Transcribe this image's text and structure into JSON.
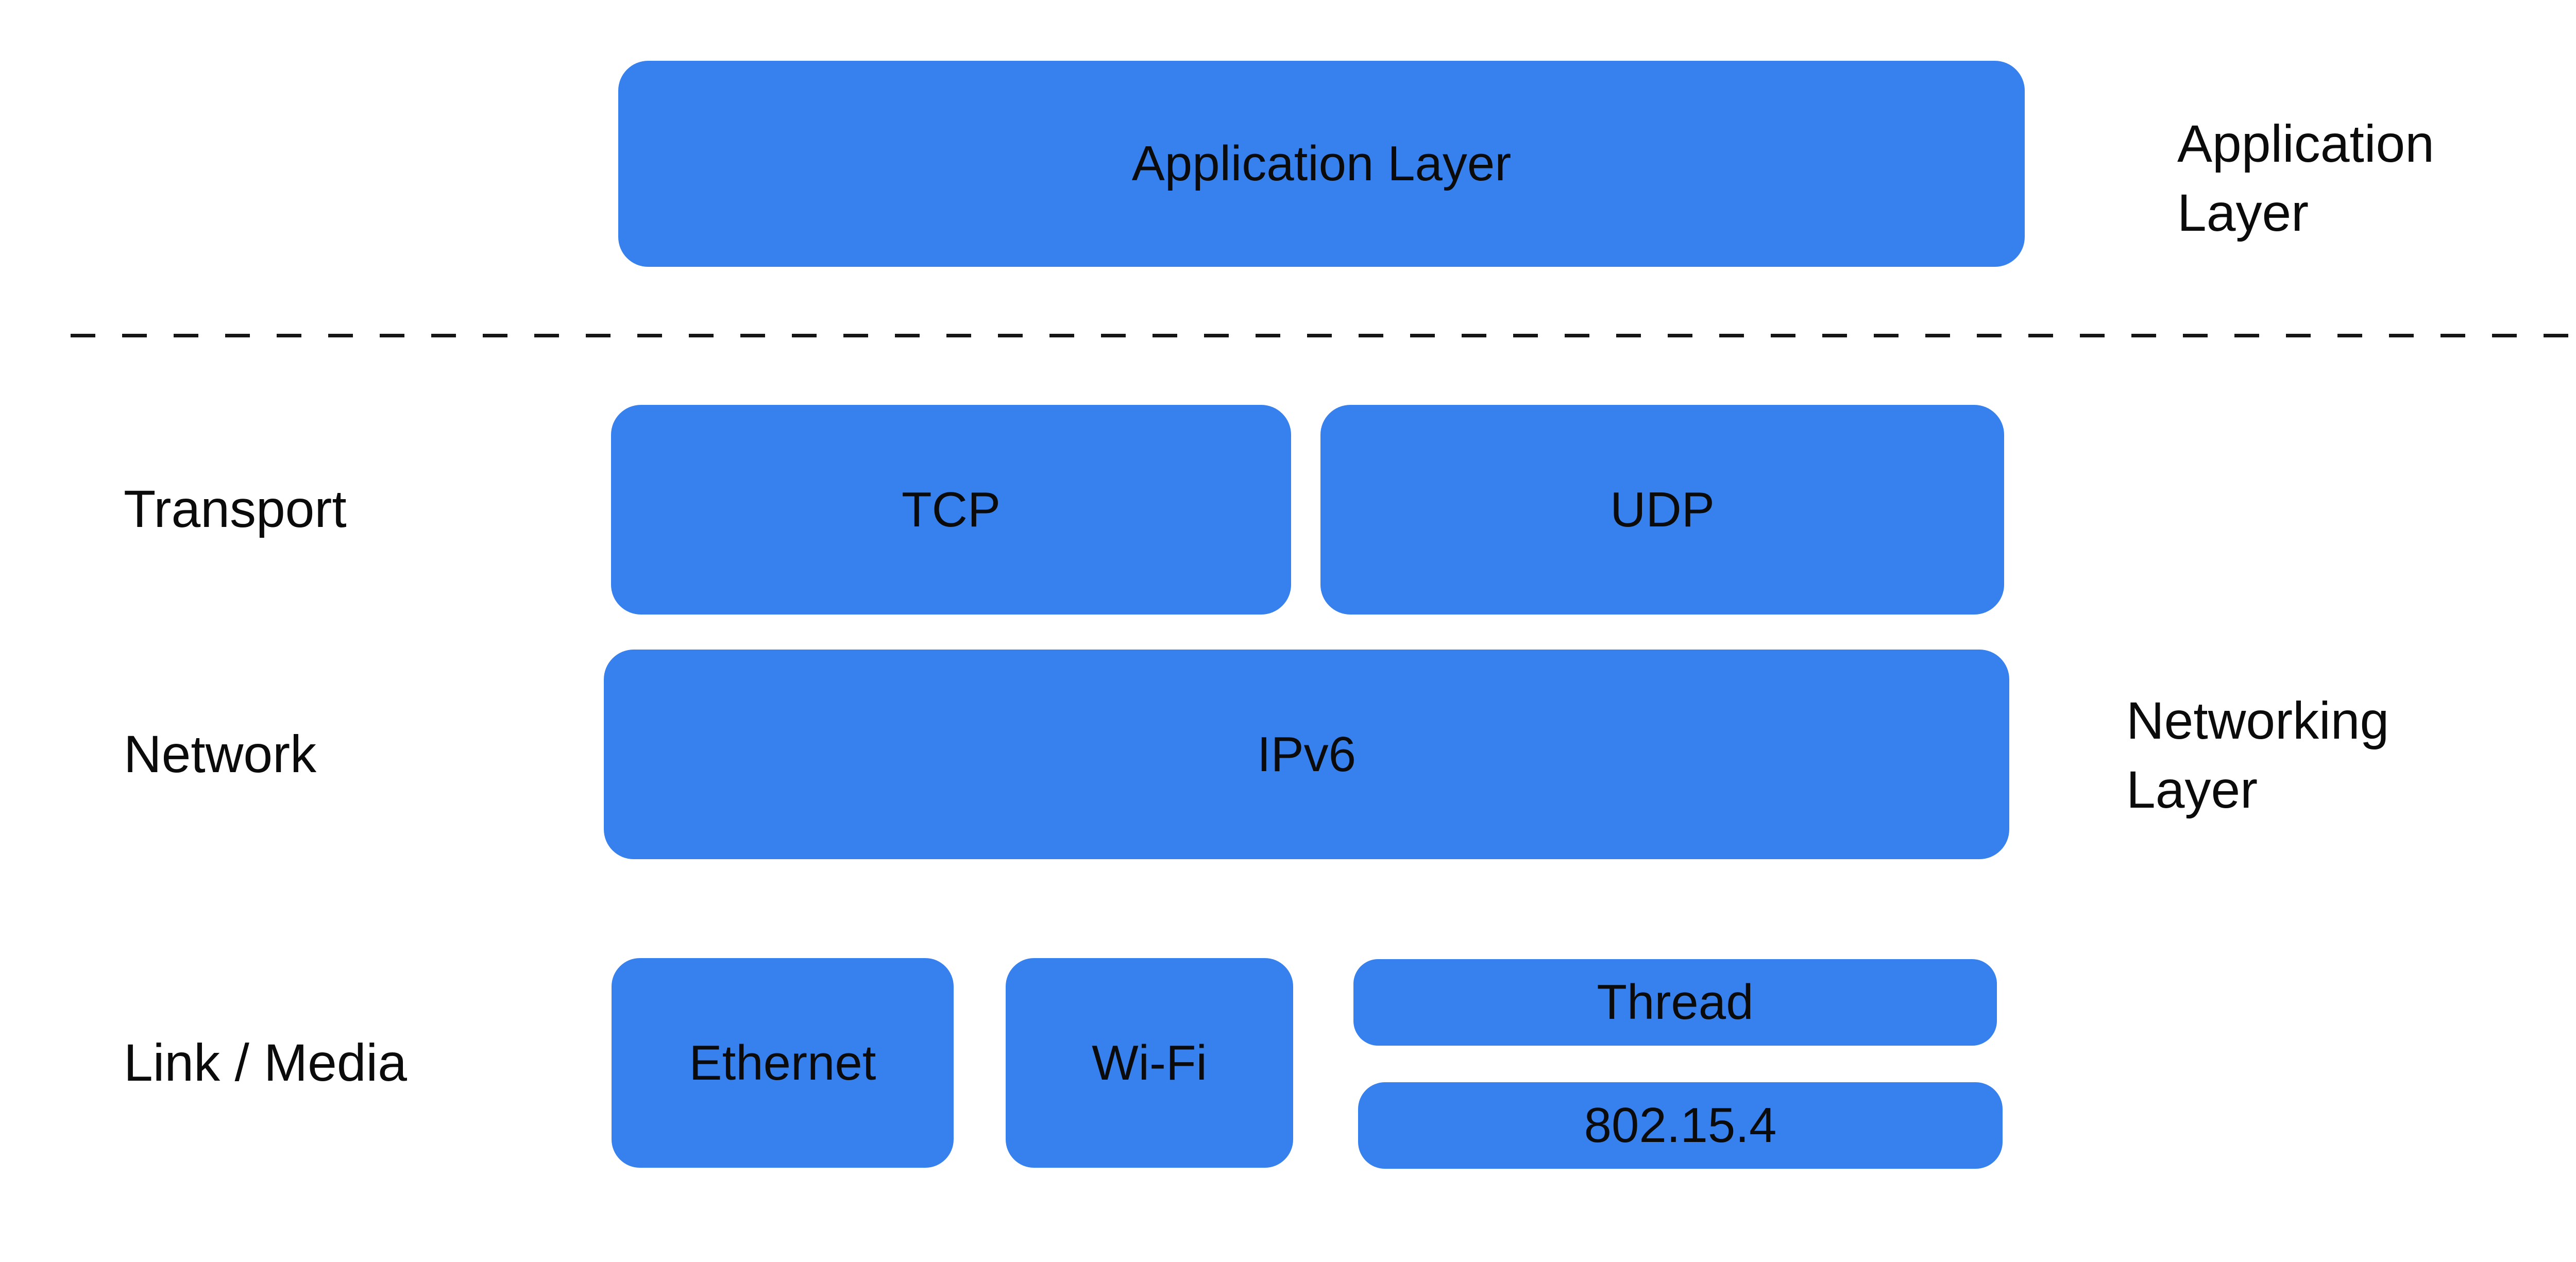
{
  "colors": {
    "box_fill": "#3781EF",
    "text": "#0B0B0B",
    "divider": "#161616",
    "background": "#FFFFFF"
  },
  "boxes": {
    "application": "Application Layer",
    "tcp": "TCP",
    "udp": "UDP",
    "ipv6": "IPv6",
    "ethernet": "Ethernet",
    "wifi": "Wi-Fi",
    "thread": "Thread",
    "ieee_802_15_4": "802.15.4"
  },
  "left_labels": {
    "transport": "Transport",
    "network": "Network",
    "link_media": "Link / Media"
  },
  "right_labels": {
    "application": {
      "line1": "Application",
      "line2": "Layer"
    },
    "networking": {
      "line1": "Networking",
      "line2": "Layer"
    }
  }
}
